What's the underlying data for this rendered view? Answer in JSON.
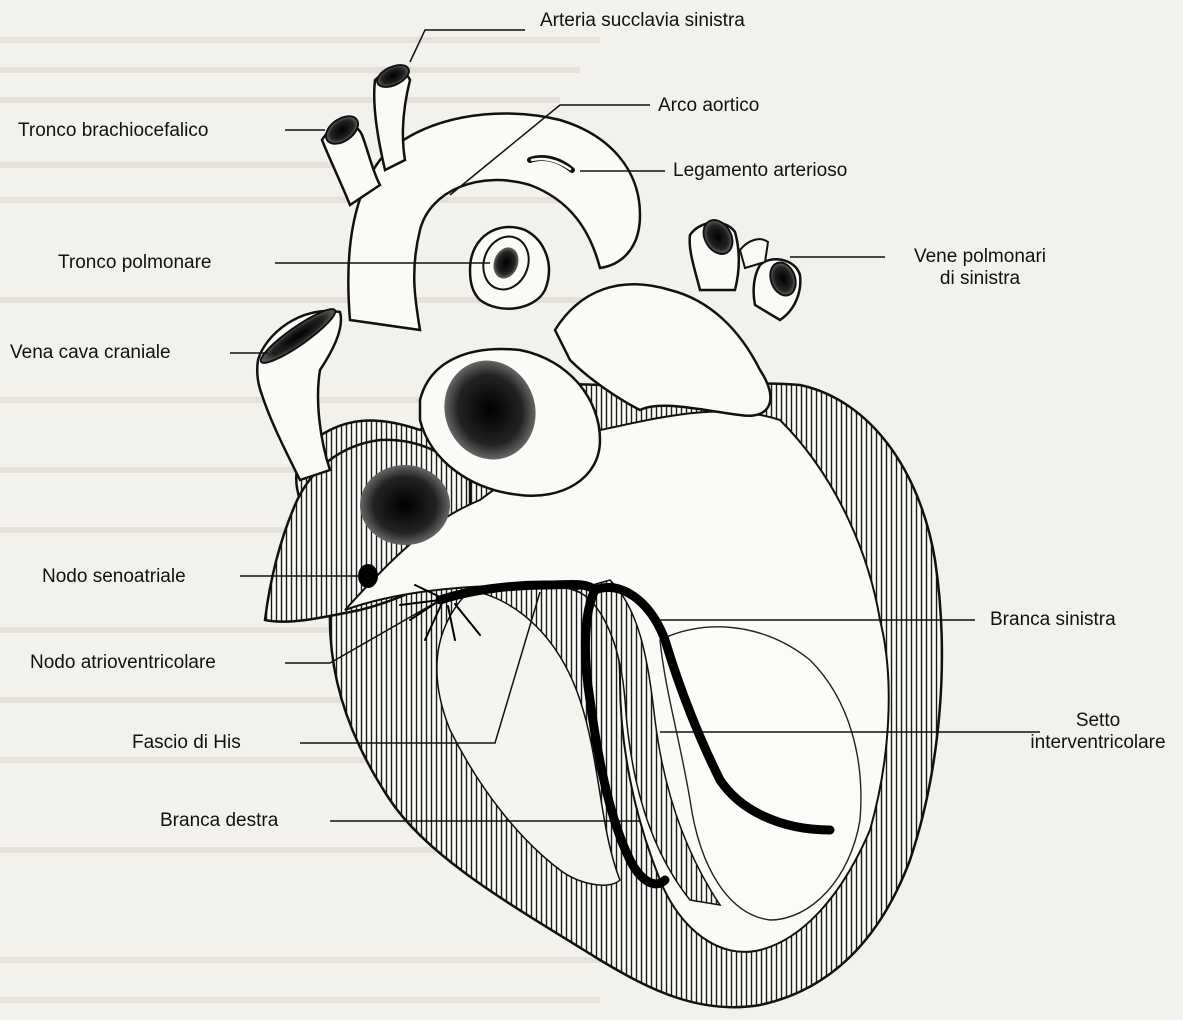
{
  "labels": {
    "arteria_succlavia": "Arteria succlavia sinistra",
    "arco_aortico": "Arco aortico",
    "tronco_brachiocefalico": "Tronco brachiocefalico",
    "legamento_arterioso": "Legamento arterioso",
    "tronco_polmonare": "Tronco polmonare",
    "vene_polmonari": [
      "Vene polmonari",
      "di sinistra"
    ],
    "vena_cava": "Vena cava craniale",
    "nodo_senoatriale": "Nodo senoatriale",
    "branca_sinistra": "Branca sinistra",
    "nodo_atrioventricolare": "Nodo atrioventricolare",
    "setto": [
      "Setto",
      "interventricolare"
    ],
    "fascio_his": "Fascio di His",
    "branca_destra": "Branca destra"
  }
}
